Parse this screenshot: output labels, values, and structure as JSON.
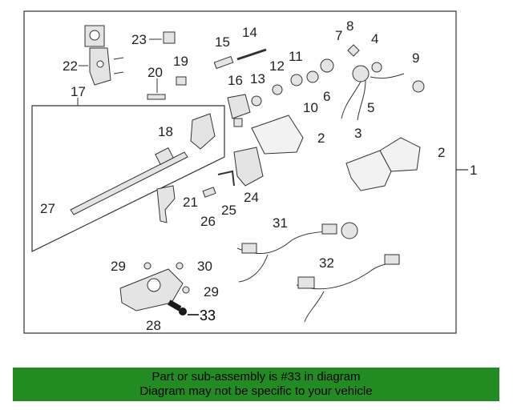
{
  "callouts": {
    "c1": "1",
    "c2a": "2",
    "c2b": "2",
    "c3": "3",
    "c4": "4",
    "c5": "5",
    "c6": "6",
    "c7": "7",
    "c8": "8",
    "c9": "9",
    "c10": "10",
    "c11": "11",
    "c12": "12",
    "c13": "13",
    "c14": "14",
    "c15": "15",
    "c16": "16",
    "c17": "17",
    "c18": "18",
    "c19": "19",
    "c20": "20",
    "c21": "21",
    "c22": "22",
    "c23": "23",
    "c24": "24",
    "c25": "25",
    "c26": "26",
    "c27": "27",
    "c28": "28",
    "c29a": "29",
    "c29b": "29",
    "c30": "30",
    "c31": "31",
    "c32": "32",
    "c33": "33"
  },
  "highlighted_part": "33",
  "banner": {
    "line1": "Part or sub-assembly is #33 in diagram",
    "line2": "Diagram may not be specific to your vehicle",
    "color": "#228B22"
  }
}
